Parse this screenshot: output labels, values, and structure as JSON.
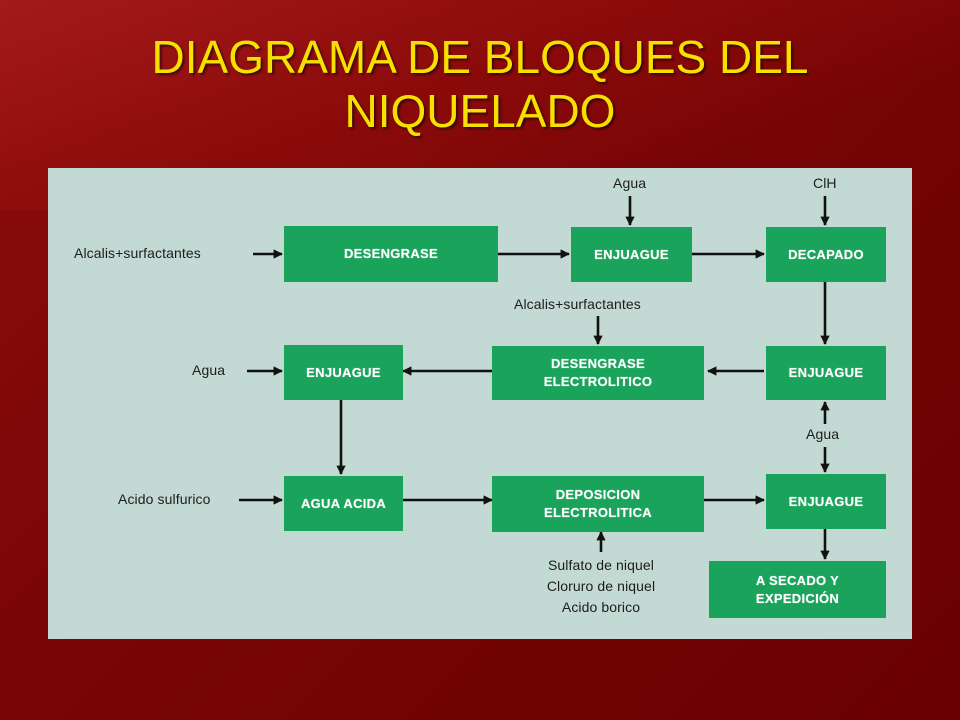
{
  "title": {
    "line1": "DIAGRAMA DE BLOQUES DEL",
    "line2": "NIQUELADO"
  },
  "boxes": {
    "desengrase": "DESENGRASE",
    "enjuague1": "ENJUAGUE",
    "decapado": "DECAPADO",
    "enjuague2": "ENJUAGUE",
    "desengrase_electrolitico": "DESENGRASE ELECTROLITICO",
    "enjuague3": "ENJUAGUE",
    "agua_acida": "AGUA ACIDA",
    "deposicion_electrolitica": "DEPOSICION ELECTROLITICA",
    "enjuague4": "ENJUAGUE",
    "secado_expedicion": "A SECADO Y EXPEDICIÓN"
  },
  "inputs": {
    "alcalis_1": "Alcalis+surfactantes",
    "agua_1": "Agua",
    "clh": "ClH",
    "alcalis_2": "Alcalis+surfactantes",
    "agua_2": "Agua",
    "agua_3": "Agua",
    "acido_sulfurico": "Acido sulfurico",
    "sulfato": "Sulfato de niquel",
    "cloruro": "Cloruro de niquel",
    "acido_borico": "Acido borico"
  },
  "colors": {
    "background": "#7a0606",
    "title": "#f5e000",
    "panel": "#c3d9d3",
    "box": "#1aa35b",
    "box_text": "#ffffff",
    "arrow": "#111111"
  }
}
